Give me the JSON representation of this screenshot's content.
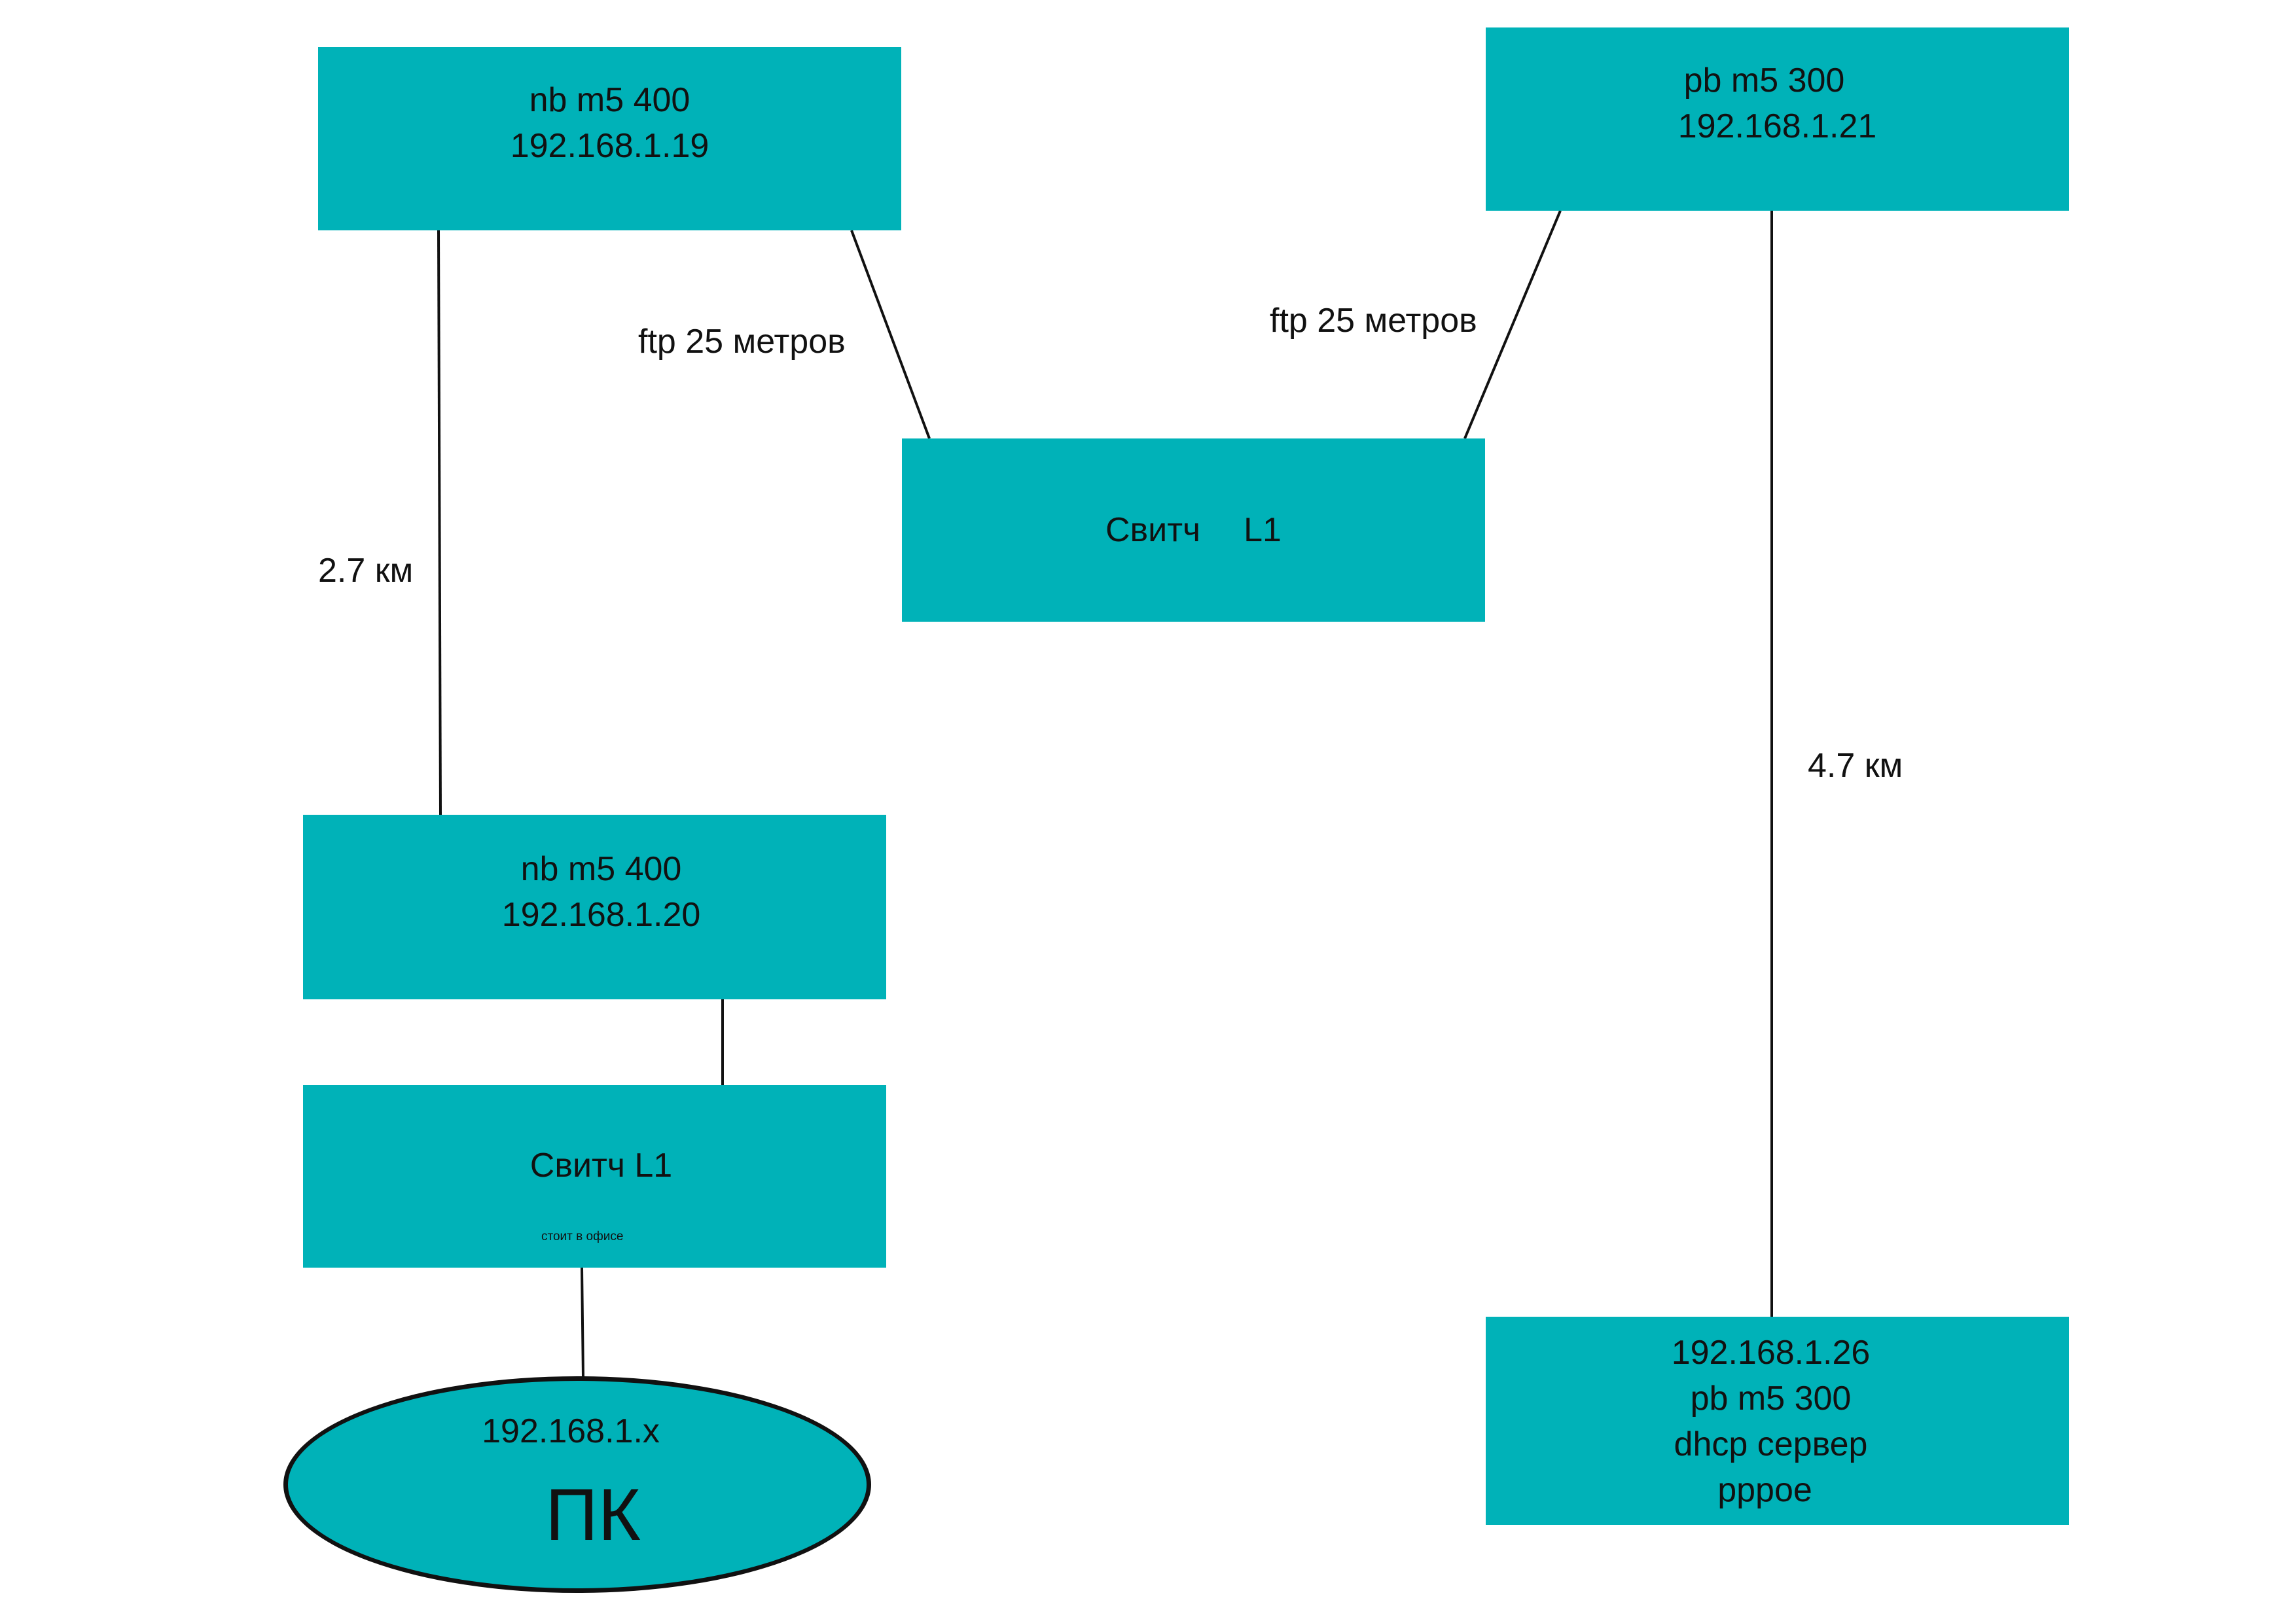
{
  "nodes": {
    "nb_top": {
      "line1": "nb m5 400",
      "line2": "192.168.1.19"
    },
    "pb_top": {
      "line1": "pb m5 300",
      "line2": "192.168.1.21"
    },
    "switch_mid": {
      "label": "Свитч",
      "label_suffix": "L1"
    },
    "nb_bottom": {
      "line1": "nb m5 400",
      "line2": "192.168.1.20"
    },
    "switch_office": {
      "label": "Свитч L1",
      "note": "стоит в офисе"
    },
    "pc": {
      "ip": "192.168.1.x",
      "label": "ПК"
    },
    "dhcp": {
      "line1": "192.168.1.26",
      "line2": "pb m5 300",
      "line3": "dhcp сервер",
      "line4": "pppoe"
    }
  },
  "links": {
    "left_ftp": "ftp 25 метров",
    "right_ftp": "ftp 25 метров",
    "left_distance": "2.7 км",
    "right_distance": "4.7 км"
  },
  "colors": {
    "node_fill": "#00b2b8",
    "line": "#111111",
    "background": "#ffffff"
  }
}
